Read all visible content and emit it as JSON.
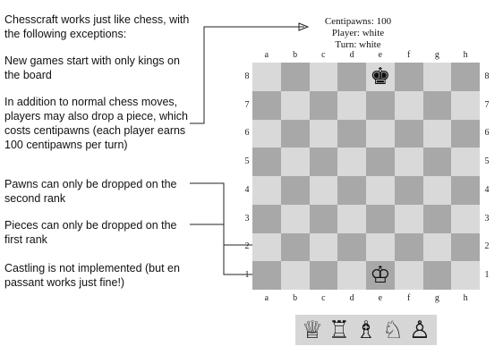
{
  "notes": {
    "intro": "Chesscraft works just like chess, with the following exceptions:",
    "kings": "New games start with only kings on the board",
    "drops": "In addition to normal chess moves, players may also drop a piece, which costs centipawns (each player earns 100 centipawns per turn)",
    "pawns": "Pawns can only be dropped on the second rank",
    "pieces": "Pieces can only be dropped on the first rank",
    "castling": "Castling is not implemented (but en passant works just fine!)"
  },
  "status": {
    "centipawns": "Centipawns: 100",
    "player": "Player: white",
    "turn": "Turn: white"
  },
  "board": {
    "files": [
      "a",
      "b",
      "c",
      "d",
      "e",
      "f",
      "g",
      "h"
    ],
    "ranks": [
      "8",
      "7",
      "6",
      "5",
      "4",
      "3",
      "2",
      "1"
    ],
    "light_color": "#d9d9d9",
    "dark_color": "#a8a8a8",
    "pieces": [
      {
        "square": "e8",
        "glyph": "♚",
        "name": "black-king-icon"
      },
      {
        "square": "e1",
        "glyph": "♔",
        "name": "white-king-icon"
      }
    ]
  },
  "palette": [
    {
      "glyph": "♕",
      "name": "white-queen-icon"
    },
    {
      "glyph": "♖",
      "name": "white-rook-icon"
    },
    {
      "glyph": "♗",
      "name": "white-bishop-icon"
    },
    {
      "glyph": "♘",
      "name": "white-knight-icon"
    },
    {
      "glyph": "♙",
      "name": "white-pawn-icon"
    }
  ]
}
